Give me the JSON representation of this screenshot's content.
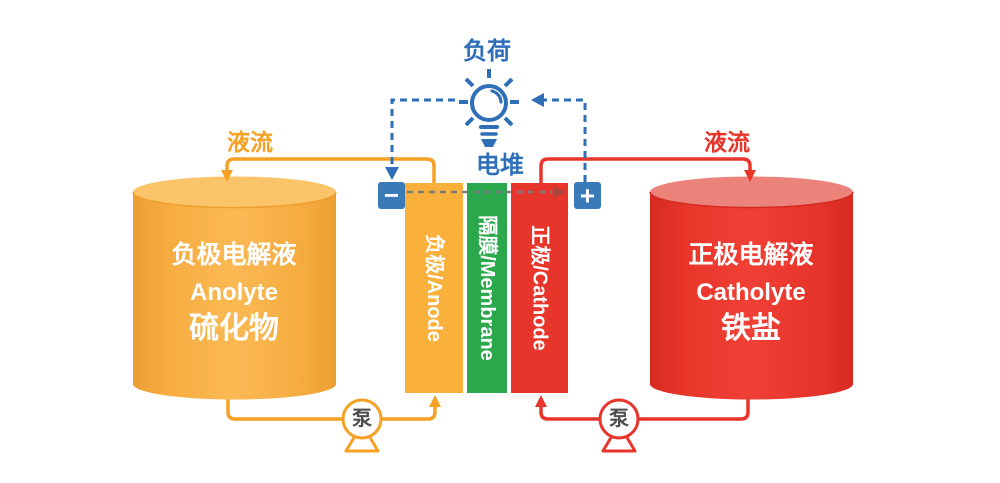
{
  "diagram_title": "flow-battery-schematic",
  "load": {
    "label": "负荷"
  },
  "stack": {
    "label": "电堆",
    "anode_label": "负极/Anode",
    "membrane_label": "隔膜/Membrane",
    "cathode_label": "正极/Cathode",
    "terminal_minus": "−",
    "terminal_plus": "+"
  },
  "anolyte_tank": {
    "name_cn": "负极电解液",
    "name_en": "Anolyte",
    "chemistry": "硫化物"
  },
  "catholyte_tank": {
    "name_cn": "正极电解液",
    "name_en": "Catholyte",
    "chemistry": "铁盐"
  },
  "flows": {
    "left_label": "液流",
    "right_label": "液流"
  },
  "pumps": {
    "left_label": "泵",
    "right_label": "泵"
  },
  "colors": {
    "blue": "#2E6FB7",
    "orange": "#F5A123",
    "yellow_bar": "#F9B13C",
    "yellow_tank_body": "#F7AE45",
    "yellow_tank_top": "#FBC469",
    "green_bar": "#2BA84C",
    "red": "#E8352B",
    "red_tank_top": "#EC837B",
    "gray_dash": "#7A7A7A",
    "pump_text": "#4D4D4D"
  }
}
